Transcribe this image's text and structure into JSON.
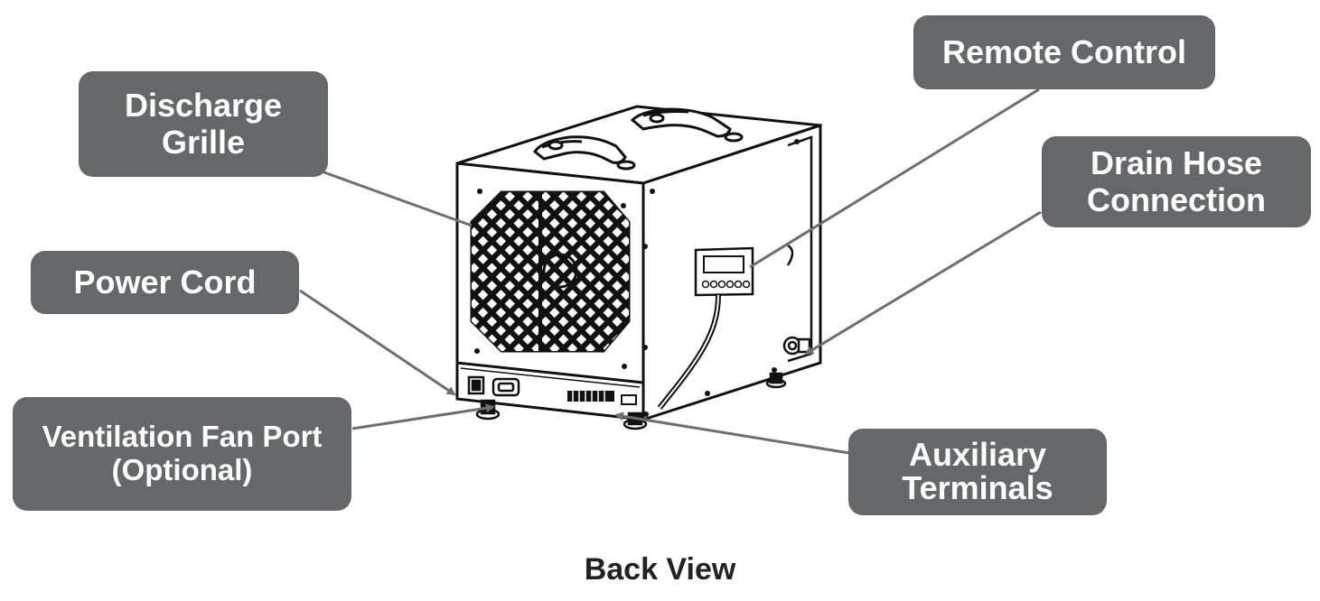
{
  "callouts": {
    "discharge_grille": [
      "Discharge",
      "Grille"
    ],
    "remote_control": [
      "Remote Control"
    ],
    "drain_hose": [
      "Drain Hose",
      "Connection"
    ],
    "power_cord": [
      "Power Cord"
    ],
    "ventilation_fan": [
      "Ventilation Fan Port",
      "(Optional)"
    ],
    "auxiliary": [
      "Auxiliary",
      "Terminals"
    ]
  },
  "caption": "Back View",
  "colors": {
    "callout_bg": "#666768",
    "callout_text": "#ffffff",
    "leader_line": "#6e6e6e",
    "outline": "#111111"
  }
}
